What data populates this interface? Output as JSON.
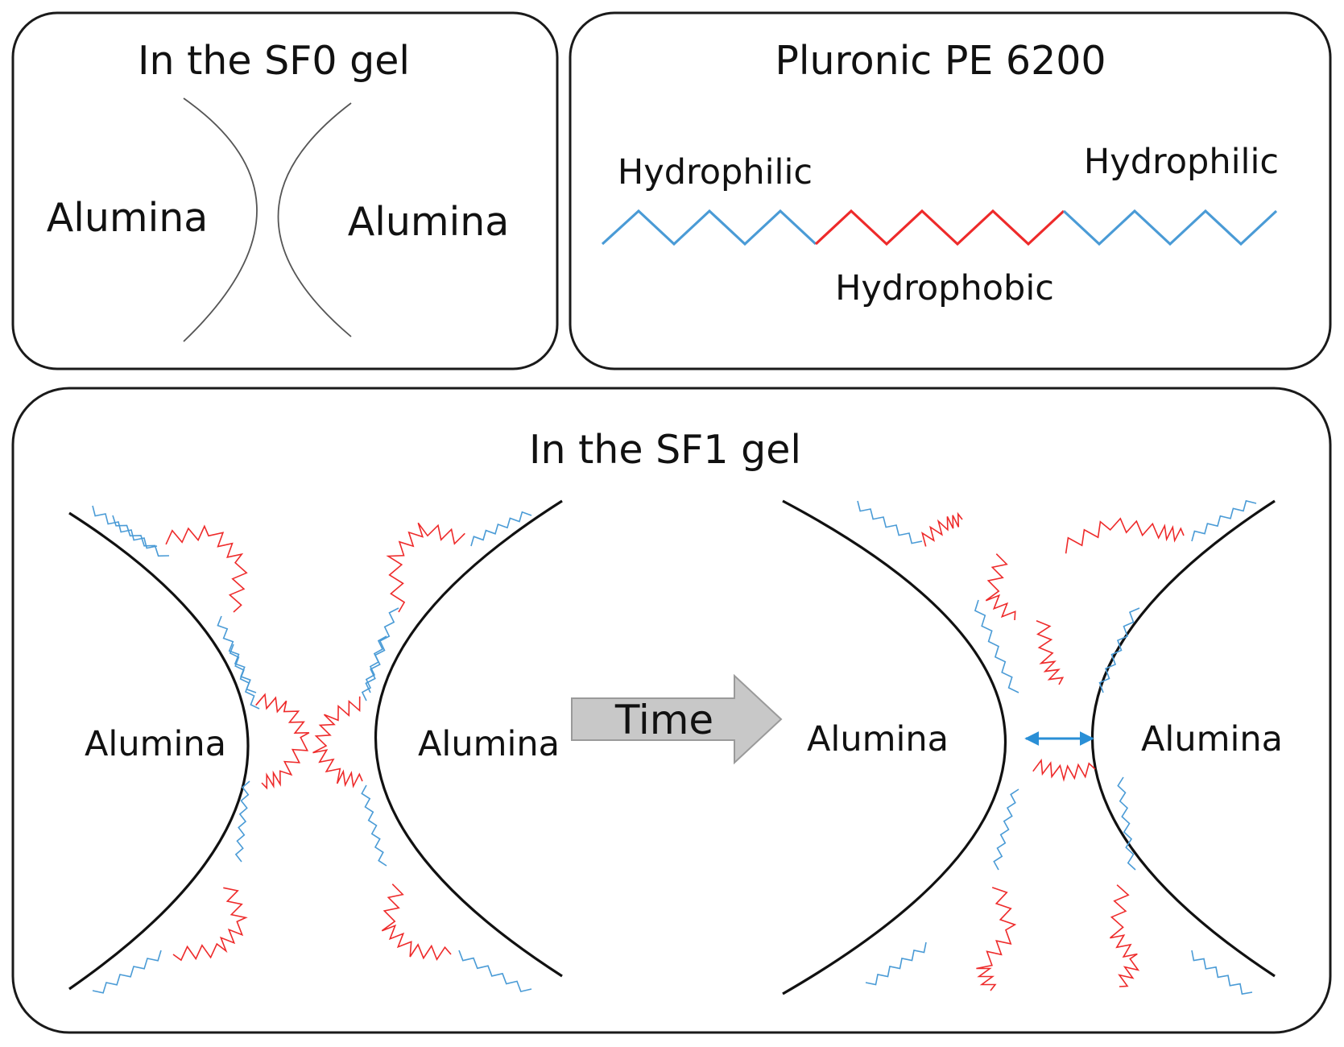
{
  "panels": {
    "sf0": {
      "title": "In the SF0 gel",
      "left_label": "Alumina",
      "right_label": "Alumina"
    },
    "pluronic": {
      "title": "Pluronic PE 6200",
      "left_label": "Hydrophilic",
      "middle_label": "Hydrophobic",
      "right_label": "Hydrophilic"
    },
    "sf1": {
      "title": "In the SF1 gel",
      "labels": [
        "Alumina",
        "Alumina",
        "Alumina",
        "Alumina"
      ],
      "arrow_label": "Time"
    }
  },
  "colors": {
    "hydrophilic": "#4a9bd6",
    "hydrophobic": "#ee2a2a",
    "outline": "#1a1a1a",
    "arrow_fill": "#c8c8c8",
    "distance_arrow": "#2a8fd6"
  },
  "icons": {
    "time_arrow": "right-block-arrow",
    "distance_marker": "double-headed-arrow"
  }
}
